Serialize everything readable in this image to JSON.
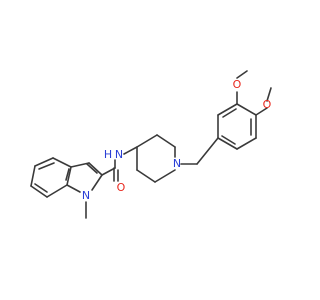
{
  "atoms": {
    "o_top": "O",
    "methyl_top": "methyl",
    "o_right": "O",
    "methyl_right": "methyl",
    "n_piperidine": "N",
    "nh": "N",
    "h_amide": "H",
    "o_carbonyl": "O",
    "n_indole": "N",
    "methyl_indole": "methyl"
  },
  "colors": {
    "bond": "#3a3a3a",
    "oxygen": "#e8281e",
    "nitrogen": "#2a3fd6",
    "background": "#ffffff"
  }
}
